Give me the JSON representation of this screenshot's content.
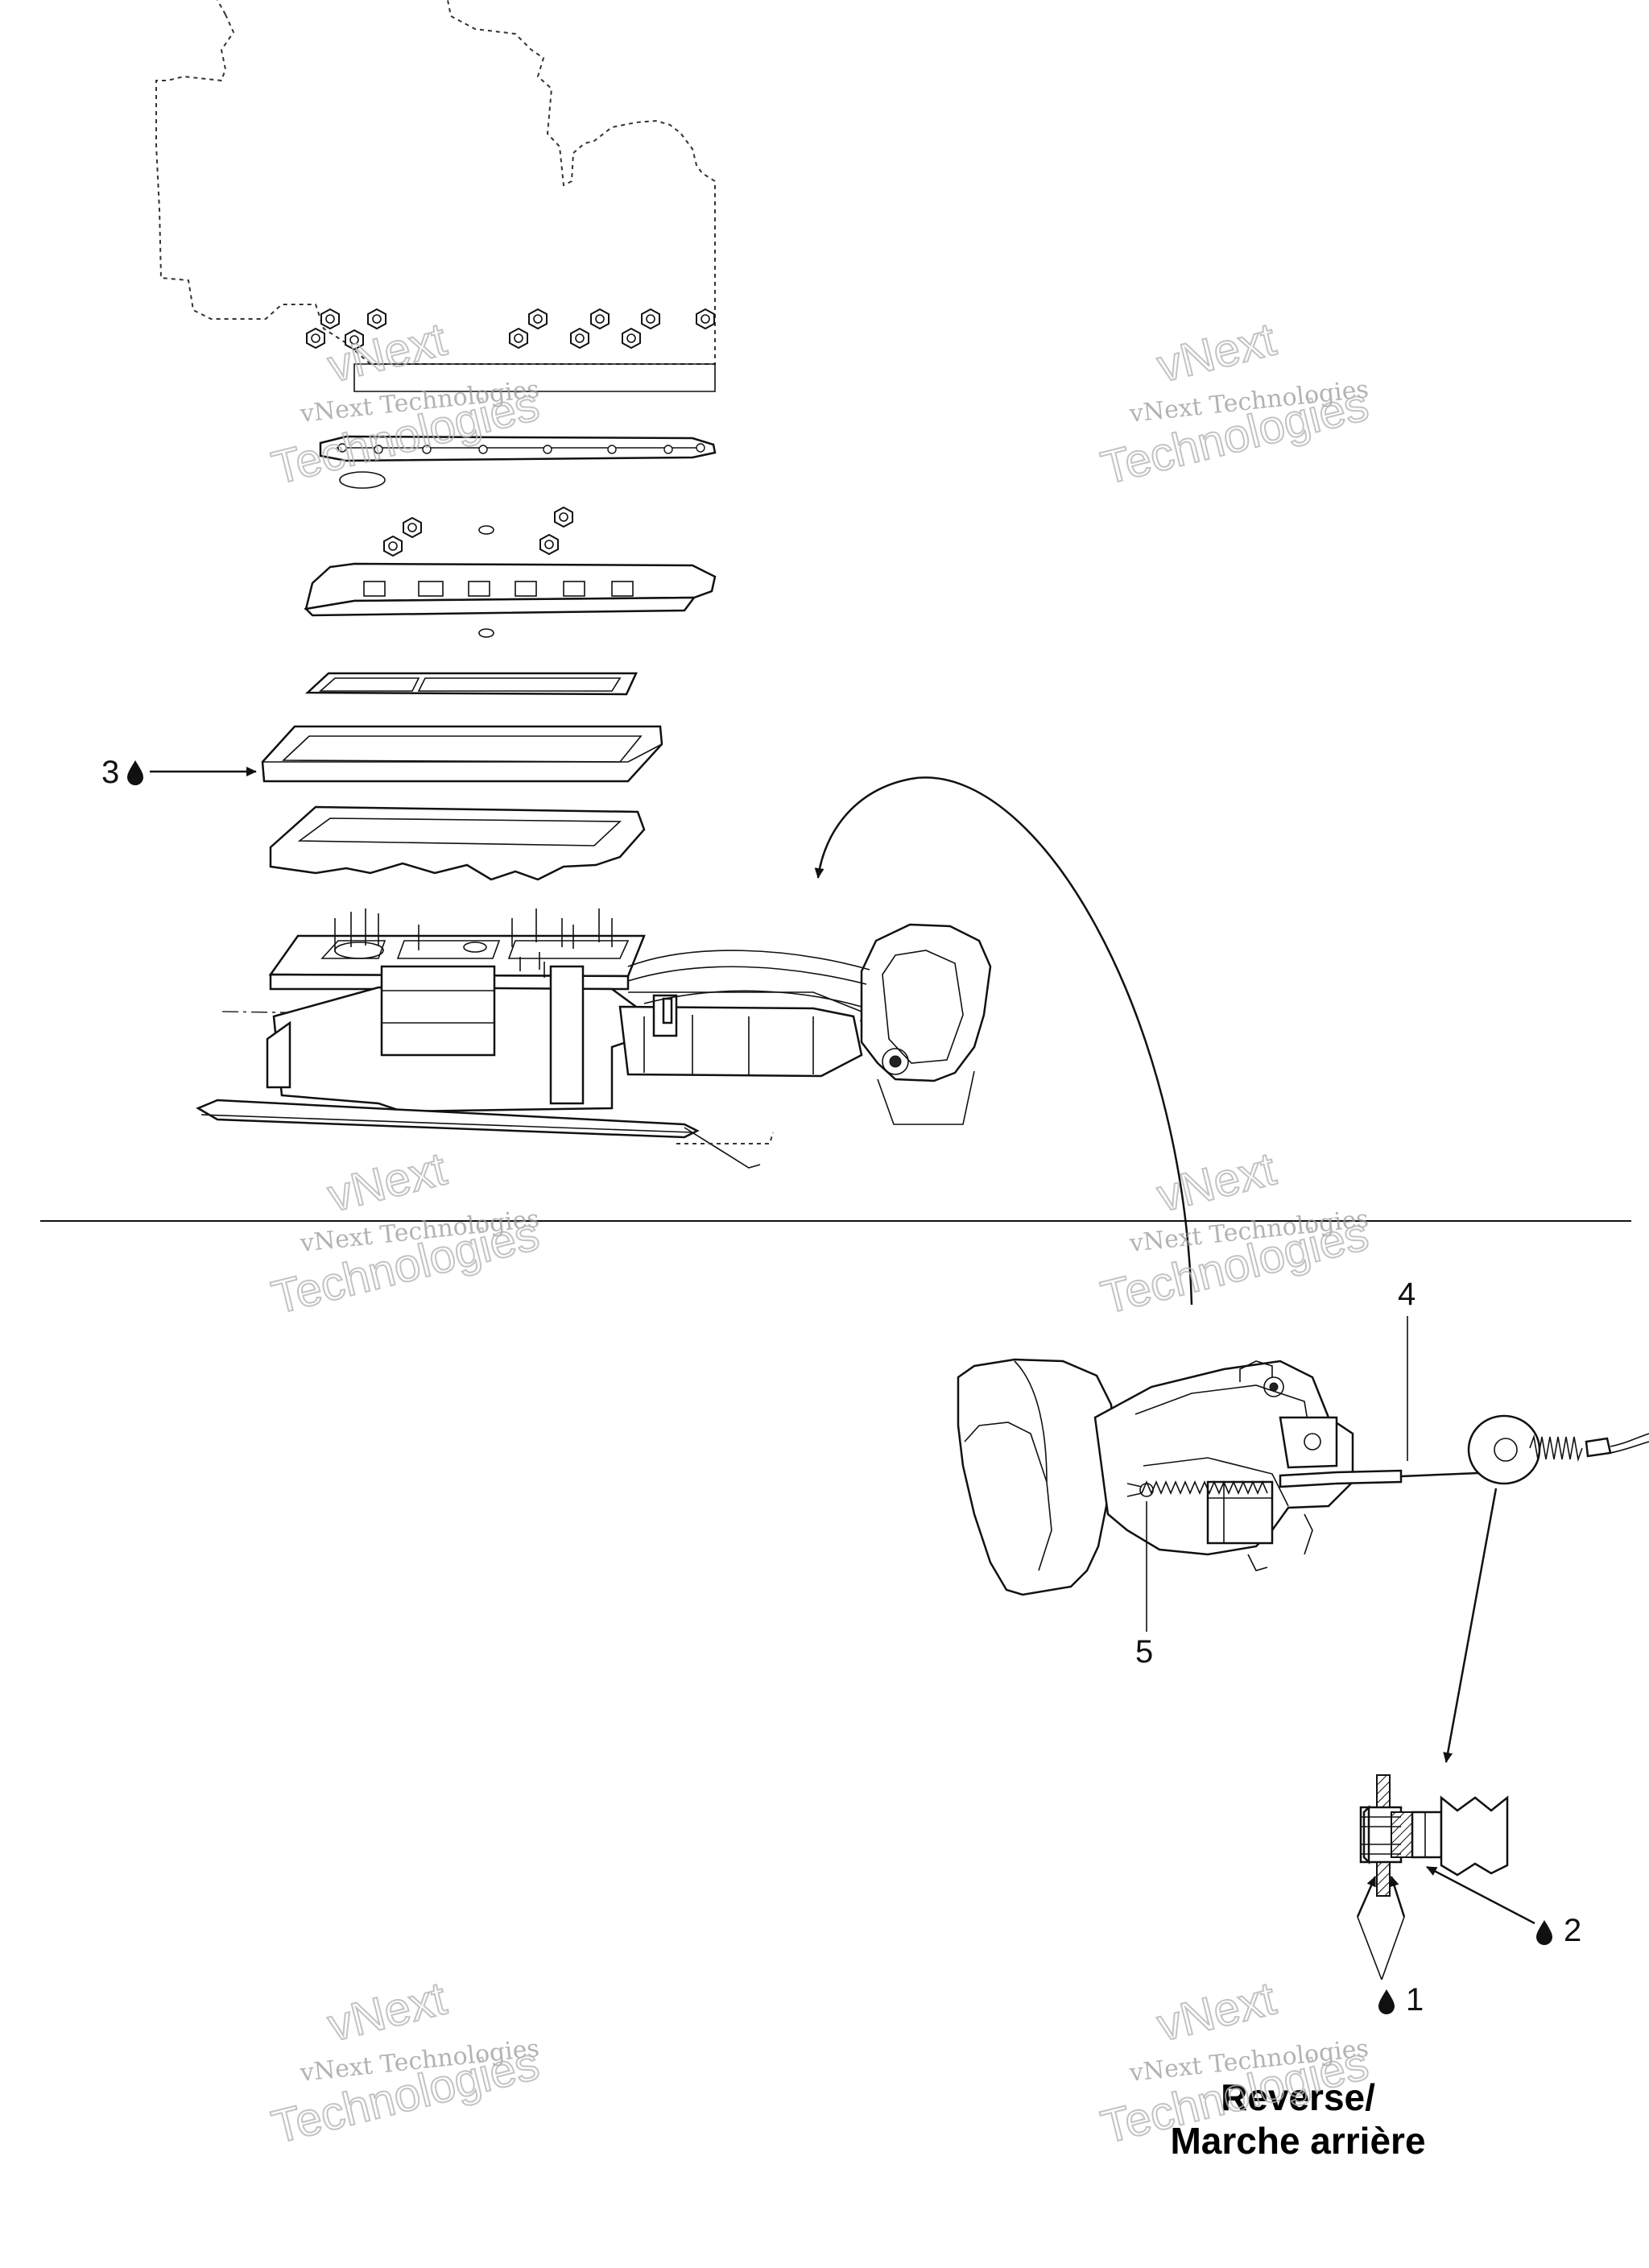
{
  "callouts": {
    "c1": "1",
    "c2": "2",
    "c3": "3",
    "c4": "4",
    "c5": "5"
  },
  "caption": {
    "line1": "Reverse/",
    "line2": "Marche arrière"
  },
  "watermark": {
    "line1": "vNext",
    "line2": "vNext Technologies",
    "line3": "Technologies"
  },
  "icons": {
    "oil_drop": "oil-drop-icon",
    "arrow": "arrow-icon"
  }
}
